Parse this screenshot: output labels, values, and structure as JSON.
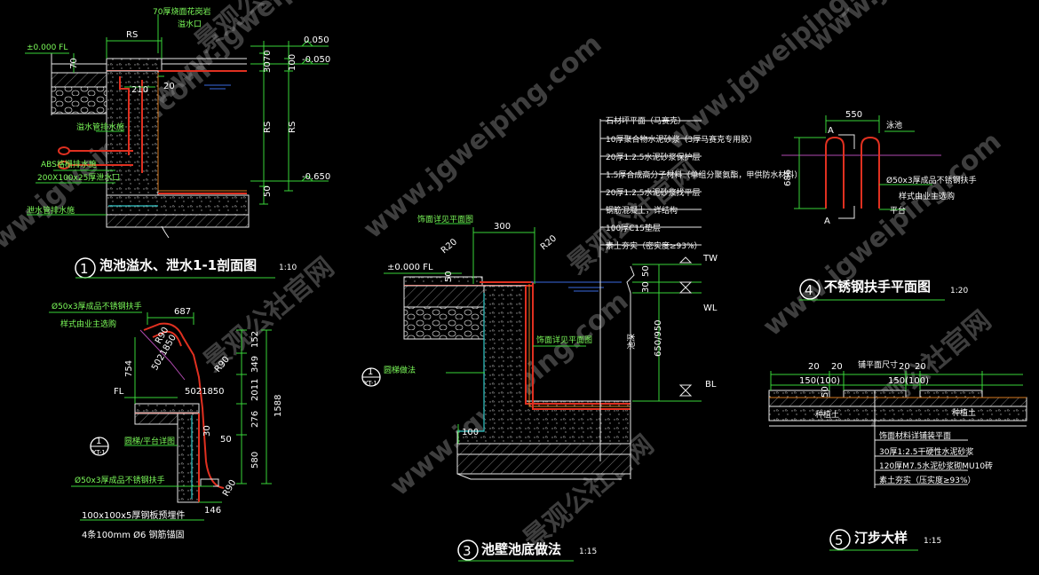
{
  "watermark": {
    "text_latin": "www.jgweiping.com",
    "text_cn": "景观公社官网"
  },
  "detail1": {
    "num": "1",
    "title": "泡池溢水、泄水1-1剖面图",
    "scale": "1:10",
    "labels": {
      "l70": "70厚烧面花岗岩",
      "overflow": "溢水口",
      "rs_top": "RS",
      "fl": "±0.000 FL",
      "d70": "70",
      "d210": "210",
      "d20": "20",
      "d3070": "3070",
      "d100": "100",
      "d50": "50",
      "rs1": "RS",
      "rs2": "RS",
      "e0050a": "0.050",
      "e0050b": "-0.050",
      "e0650": "-0.650",
      "drain1": "溢水管排水施",
      "abs": "ABS格栅排水施",
      "grate": "200X100x25厚泄水口",
      "drain2": "泄水管排水施"
    }
  },
  "detail2": {
    "num": "1",
    "sub": "YT-1",
    "labels": {
      "rail": "Ø50x3厚成品不锈钢扶手",
      "style": "样式由业主选购",
      "d687": "687",
      "d754": "754",
      "r90a": "R90",
      "r90b": "R90",
      "r90c": "R90",
      "d5021850a": "5021850",
      "d5021850b": "5021850",
      "d152": "152",
      "d349": "349",
      "d2011": "2011",
      "d276": "276",
      "d1588": "1588",
      "d580": "580",
      "d30": "30",
      "d50": "50",
      "d146": "146",
      "fl": "FL",
      "platform": "圆梯/平台详图",
      "rail2": "Ø50x3厚成品不锈钢扶手",
      "plate": "100x100x5厚钢板预埋件",
      "anchor": "4条100mm  Ø6 钢筋锚固"
    }
  },
  "detail3": {
    "num": "3",
    "title": "池壁池底做法",
    "scale": "1:15",
    "layers": [
      "石材坪平面（马赛克）",
      "10厚聚合物水泥砂浆（3厚马赛克专用胶）",
      "20厚1:2.5水泥砂浆保护层",
      "1.5厚合成高分子材料（单组分聚氨酯，甲供防水材料）",
      "20厚1:2.5水泥砂浆找平层",
      "钢筋混凝土，详结构",
      "100厚C15垫层",
      "素土夯实（密实度≥93%）"
    ],
    "labels": {
      "finish": "饰面详见平面图",
      "d300": "300",
      "r20a": "R20",
      "r20b": "R20",
      "fl": "±0.000 FL",
      "d50a": "50",
      "d50b": "50",
      "d30": "30",
      "d650": "650/950",
      "depth": "池深",
      "d100": "100",
      "tw": "TW",
      "wl": "WL",
      "bl": "BL",
      "finish2": "饰面详见平面图",
      "ref_num": "1",
      "ref_sub": "YT-1",
      "ref_text": "圆梯做法"
    }
  },
  "detail4": {
    "num": "4",
    "title": "不锈钢扶手平面图",
    "scale": "1:20",
    "labels": {
      "d550": "550",
      "pool": "泳池",
      "d686": "686",
      "a1": "A",
      "a2": "A",
      "rail": "Ø50x3厚成品不锈钢扶手",
      "style": "样式由业主选购",
      "platform": "平台"
    }
  },
  "detail5": {
    "num": "5",
    "title": "汀步大样",
    "scale": "1:15",
    "labels": {
      "d20a": "20",
      "d20b": "20",
      "d20c": "20",
      "d20d": "20",
      "paving": "铺平面尺寸",
      "w1": "150(100)",
      "w2": "150(100)",
      "d50": "50",
      "soil1": "种植土",
      "soil2": "种植土"
    },
    "layers": [
      "饰面材料详铺装平面",
      "30厚1:2.5干硬性水泥砂浆",
      "120厚M7.5水泥砂浆砌MU10砖",
      "素土夯实（压实度≥93%）"
    ]
  }
}
